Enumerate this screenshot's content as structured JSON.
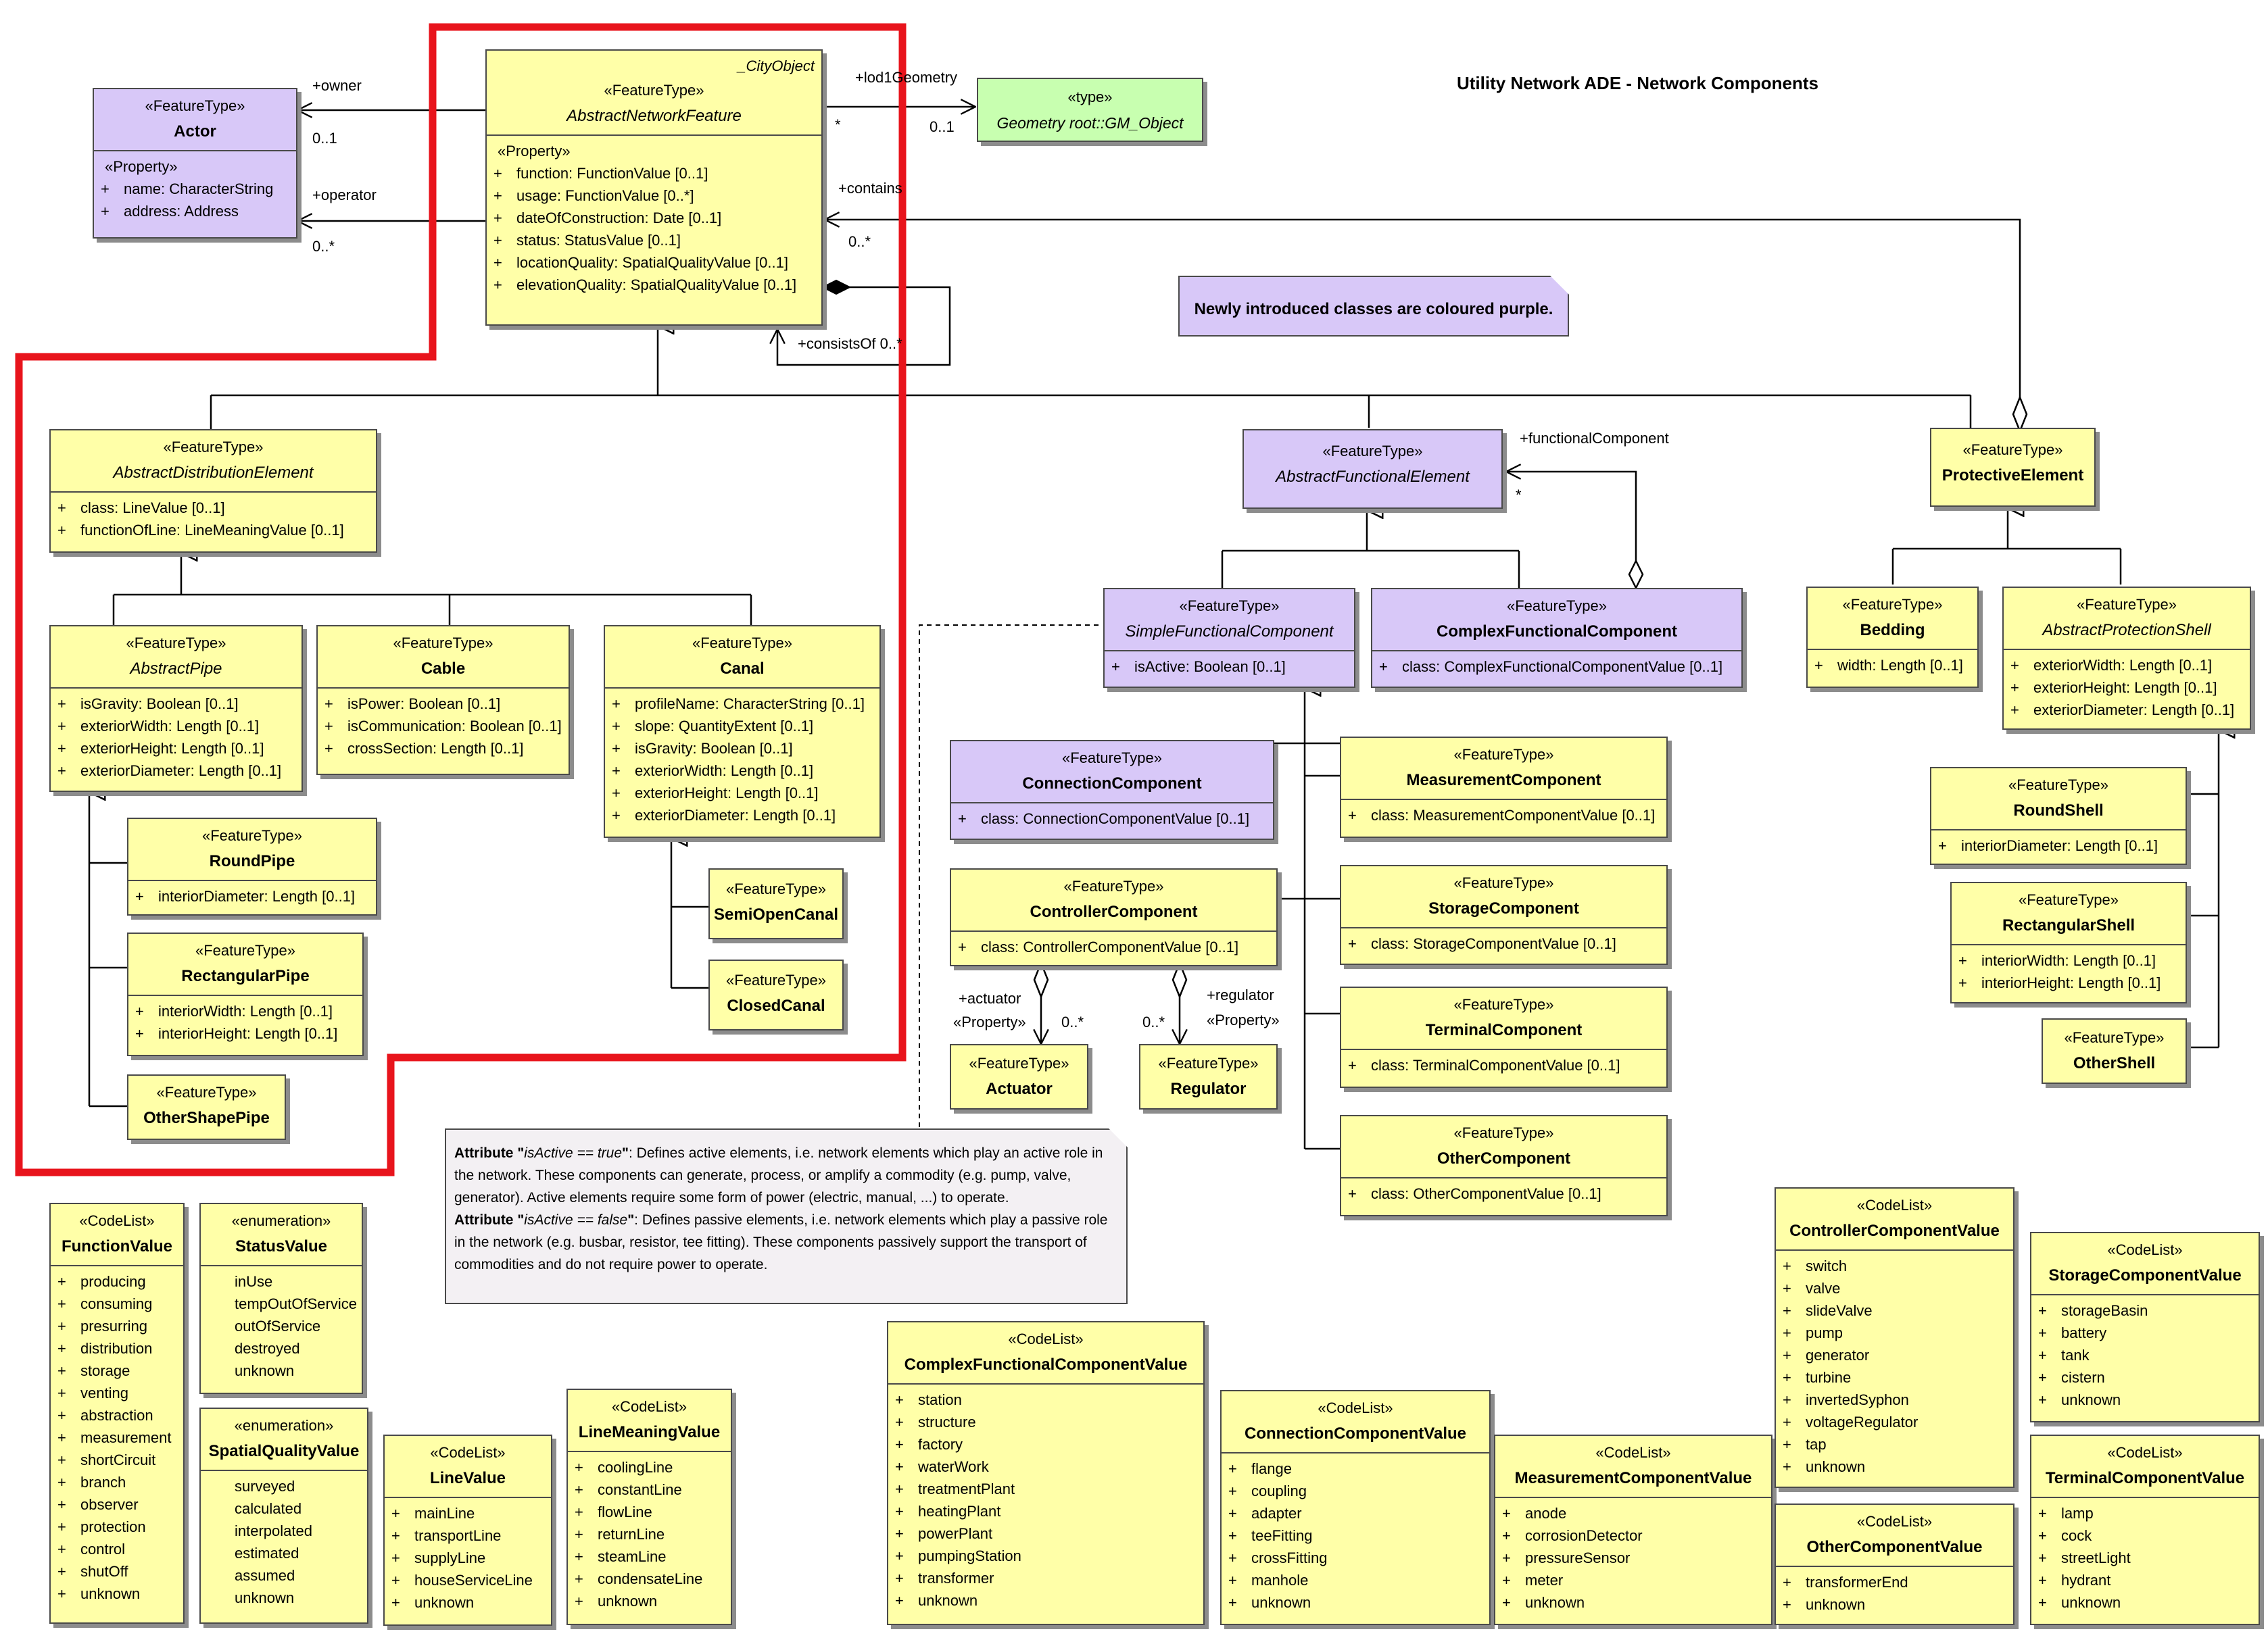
{
  "title": "Utility Network ADE - Network Components",
  "note_purple": "Newly introduced classes are coloured purple.",
  "note_attr": {
    "p1_bold_a": "Attribute \"",
    "p1_it": "isActive == true",
    "p1_bold_b": "\"",
    "p1_text": ": Defines active elements, i.e. network elements which play an active role in the network. These components can generate, process, or amplify a commodity (e.g. pump, valve, generator). Active elements require some form of power (electric, manual, ...) to operate.",
    "p2_bold_a": "Attribute \"",
    "p2_it": "isActive == false",
    "p2_bold_b": "\"",
    "p2_text": ": Defines passive elements, i.e. network elements which play a passive role in the network (e.g. busbar, resistor, tee fitting). These components passively support the transport of commodities and do not require power to operate."
  },
  "labels": {
    "owner": "+owner",
    "owner_mult": "0..1",
    "operator": "+operator",
    "operator_mult": "0..*",
    "lod1": "+lod1Geometry",
    "lod1_star": "*",
    "lod1_mult": "0..1",
    "contains": "+contains",
    "contains_mult": "0..*",
    "consistsOf": "+consistsOf 0..*",
    "functionalComponent": "+functionalComponent",
    "functionalComponent_star": "*",
    "actuator": "+actuator",
    "actuator_prop": "«Property»",
    "actuator_mult": "0..*",
    "regulator": "+regulator",
    "regulator_prop": "«Property»",
    "regulator_mult": "0..*"
  },
  "colors": {
    "feature_fill": "#ffffa8",
    "new_class_fill": "#d8c8f8",
    "type_fill": "#c8ffb0",
    "highlight_frame": "#e8141c"
  },
  "classes": {
    "abstractNetworkFeature": {
      "corner": "_CityObject",
      "stereotype": "«FeatureType»",
      "name": "AbstractNetworkFeature",
      "section": "«Property»",
      "attrs": [
        "function: FunctionValue [0..1]",
        "usage: FunctionValue [0..*]",
        "dateOfConstruction: Date [0..1]",
        "status: StatusValue [0..1]",
        "locationQuality: SpatialQualityValue [0..1]",
        "elevationQuality: SpatialQualityValue [0..1]"
      ]
    },
    "actor": {
      "stereotype": "«FeatureType»",
      "name": "Actor",
      "section": "«Property»",
      "attrs": [
        "name: CharacterString",
        "address: Address"
      ]
    },
    "geometryRoot": {
      "stereotype": "«type»",
      "name": "Geometry root::GM_Object"
    },
    "abstractDistributionElement": {
      "stereotype": "«FeatureType»",
      "name": "AbstractDistributionElement",
      "attrs": [
        "class: LineValue [0..1]",
        "functionOfLine: LineMeaningValue [0..1]"
      ]
    },
    "abstractPipe": {
      "stereotype": "«FeatureType»",
      "name": "AbstractPipe",
      "attrs": [
        "isGravity: Boolean [0..1]",
        "exteriorWidth: Length [0..1]",
        "exteriorHeight: Length [0..1]",
        "exteriorDiameter: Length [0..1]"
      ]
    },
    "cable": {
      "stereotype": "«FeatureType»",
      "name": "Cable",
      "attrs": [
        "isPower: Boolean [0..1]",
        "isCommunication: Boolean [0..1]",
        "crossSection: Length [0..1]"
      ]
    },
    "canal": {
      "stereotype": "«FeatureType»",
      "name": "Canal",
      "attrs": [
        "profileName: CharacterString [0..1]",
        "slope: QuantityExtent [0..1]",
        "isGravity: Boolean [0..1]",
        "exteriorWidth: Length [0..1]",
        "exteriorHeight: Length [0..1]",
        "exteriorDiameter: Length [0..1]"
      ]
    },
    "roundPipe": {
      "stereotype": "«FeatureType»",
      "name": "RoundPipe",
      "attrs": [
        "interiorDiameter: Length [0..1]"
      ]
    },
    "rectangularPipe": {
      "stereotype": "«FeatureType»",
      "name": "RectangularPipe",
      "attrs": [
        "interiorWidth: Length [0..1]",
        "interiorHeight: Length [0..1]"
      ]
    },
    "otherShapePipe": {
      "stereotype": "«FeatureType»",
      "name": "OtherShapePipe"
    },
    "semiOpenCanal": {
      "stereotype": "«FeatureType»",
      "name": "SemiOpenCanal"
    },
    "closedCanal": {
      "stereotype": "«FeatureType»",
      "name": "ClosedCanal"
    },
    "abstractFunctionalElement": {
      "stereotype": "«FeatureType»",
      "name": "AbstractFunctionalElement"
    },
    "simpleFunctionalComponent": {
      "stereotype": "«FeatureType»",
      "name": "SimpleFunctionalComponent",
      "attrs": [
        "isActive: Boolean [0..1]"
      ]
    },
    "complexFunctionalComponent": {
      "stereotype": "«FeatureType»",
      "name": "ComplexFunctionalComponent",
      "attrs": [
        "class: ComplexFunctionalComponentValue [0..1]"
      ]
    },
    "connectionComponent": {
      "stereotype": "«FeatureType»",
      "name": "ConnectionComponent",
      "attrs": [
        "class: ConnectionComponentValue [0..1]"
      ]
    },
    "controllerComponent": {
      "stereotype": "«FeatureType»",
      "name": "ControllerComponent",
      "attrs": [
        "class: ControllerComponentValue [0..1]"
      ]
    },
    "actuator": {
      "stereotype": "«FeatureType»",
      "name": "Actuator"
    },
    "regulator": {
      "stereotype": "«FeatureType»",
      "name": "Regulator"
    },
    "measurementComponent": {
      "stereotype": "«FeatureType»",
      "name": "MeasurementComponent",
      "attrs": [
        "class: MeasurementComponentValue [0..1]"
      ]
    },
    "storageComponent": {
      "stereotype": "«FeatureType»",
      "name": "StorageComponent",
      "attrs": [
        "class: StorageComponentValue [0..1]"
      ]
    },
    "terminalComponent": {
      "stereotype": "«FeatureType»",
      "name": "TerminalComponent",
      "attrs": [
        "class: TerminalComponentValue [0..1]"
      ]
    },
    "otherComponent": {
      "stereotype": "«FeatureType»",
      "name": "OtherComponent",
      "attrs": [
        "class: OtherComponentValue [0..1]"
      ]
    },
    "protectiveElement": {
      "stereotype": "«FeatureType»",
      "name": "ProtectiveElement"
    },
    "bedding": {
      "stereotype": "«FeatureType»",
      "name": "Bedding",
      "attrs": [
        "width: Length [0..1]"
      ]
    },
    "abstractProtectionShell": {
      "stereotype": "«FeatureType»",
      "name": "AbstractProtectionShell",
      "attrs": [
        "exteriorWidth: Length [0..1]",
        "exteriorHeight: Length [0..1]",
        "exteriorDiameter: Length [0..1]"
      ]
    },
    "roundShell": {
      "stereotype": "«FeatureType»",
      "name": "RoundShell",
      "attrs": [
        "interiorDiameter: Length [0..1]"
      ]
    },
    "rectangularShell": {
      "stereotype": "«FeatureType»",
      "name": "RectangularShell",
      "attrs": [
        "interiorWidth: Length [0..1]",
        "interiorHeight: Length [0..1]"
      ]
    },
    "otherShell": {
      "stereotype": "«FeatureType»",
      "name": "OtherShell"
    }
  },
  "codelists": {
    "functionValue": {
      "stereotype": "«CodeList»",
      "name": "FunctionValue",
      "items": [
        "producing",
        "consuming",
        "presurring",
        "distribution",
        "storage",
        "venting",
        "abstraction",
        "measurement",
        "shortCircuit",
        "branch",
        "observer",
        "protection",
        "control",
        "shutOff",
        "unknown"
      ]
    },
    "statusValue": {
      "stereotype": "«enumeration»",
      "name": "StatusValue",
      "items": [
        "inUse",
        "tempOutOfService",
        "outOfService",
        "destroyed",
        "unknown"
      ]
    },
    "spatialQualityValue": {
      "stereotype": "«enumeration»",
      "name": "SpatialQualityValue",
      "items": [
        "surveyed",
        "calculated",
        "interpolated",
        "estimated",
        "assumed",
        "unknown"
      ]
    },
    "lineValue": {
      "stereotype": "«CodeList»",
      "name": "LineValue",
      "items": [
        "mainLine",
        "transportLine",
        "supplyLine",
        "houseServiceLine",
        "unknown"
      ]
    },
    "lineMeaningValue": {
      "stereotype": "«CodeList»",
      "name": "LineMeaningValue",
      "items": [
        "coolingLine",
        "constantLine",
        "flowLine",
        "returnLine",
        "steamLine",
        "condensateLine",
        "unknown"
      ]
    },
    "complexFunctionalComponentValue": {
      "stereotype": "«CodeList»",
      "name": "ComplexFunctionalComponentValue",
      "items": [
        "station",
        "structure",
        "factory",
        "waterWork",
        "treatmentPlant",
        "heatingPlant",
        "powerPlant",
        "pumpingStation",
        "transformer",
        "unknown"
      ]
    },
    "connectionComponentValue": {
      "stereotype": "«CodeList»",
      "name": "ConnectionComponentValue",
      "items": [
        "flange",
        "coupling",
        "adapter",
        "teeFitting",
        "crossFitting",
        "manhole",
        "unknown"
      ]
    },
    "measurementComponentValue": {
      "stereotype": "«CodeList»",
      "name": "MeasurementComponentValue",
      "items": [
        "anode",
        "corrosionDetector",
        "pressureSensor",
        "meter",
        "unknown"
      ]
    },
    "controllerComponentValue": {
      "stereotype": "«CodeList»",
      "name": "ControllerComponentValue",
      "items": [
        "switch",
        "valve",
        "slideValve",
        "pump",
        "generator",
        "turbine",
        "invertedSyphon",
        "voltageRegulator",
        "tap",
        "unknown"
      ]
    },
    "otherComponentValue": {
      "stereotype": "«CodeList»",
      "name": "OtherComponentValue",
      "items": [
        "transformerEnd",
        "unknown"
      ]
    },
    "storageComponentValue": {
      "stereotype": "«CodeList»",
      "name": "StorageComponentValue",
      "items": [
        "storageBasin",
        "battery",
        "tank",
        "cistern",
        "unknown"
      ]
    },
    "terminalComponentValue": {
      "stereotype": "«CodeList»",
      "name": "TerminalComponentValue",
      "items": [
        "lamp",
        "cock",
        "streetLight",
        "hydrant",
        "unknown"
      ]
    }
  }
}
